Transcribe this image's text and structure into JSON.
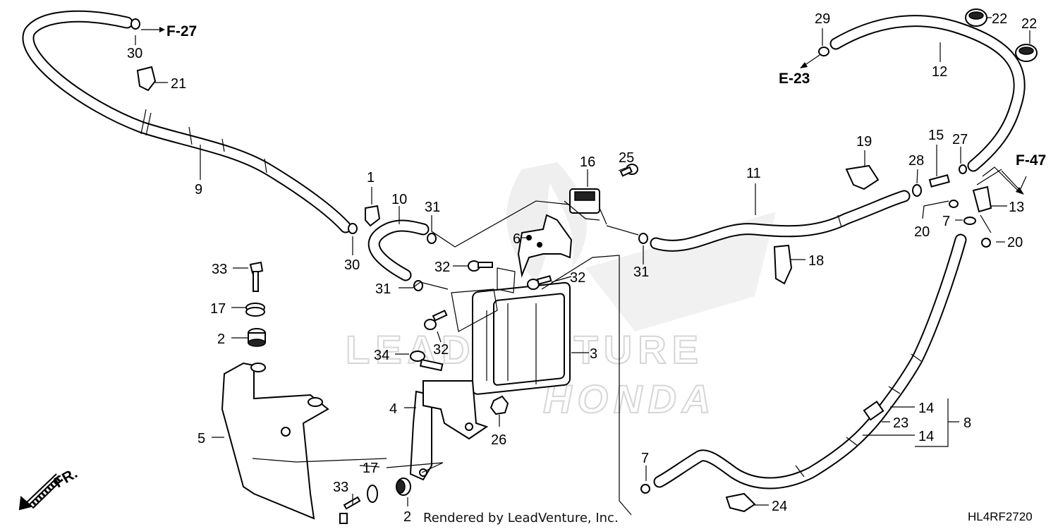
{
  "labels": {
    "p1": "1",
    "p2a": "2",
    "p2b": "2",
    "p3": "3",
    "p4": "4",
    "p5": "5",
    "p6": "6",
    "p7a": "7",
    "p7b": "7",
    "p8": "8",
    "p9": "9",
    "p10": "10",
    "p11": "11",
    "p12": "12",
    "p13": "13",
    "p14a": "14",
    "p14b": "14",
    "p15": "15",
    "p16": "16",
    "p17a": "17",
    "p17b": "17",
    "p18": "18",
    "p19": "19",
    "p20a": "20",
    "p20b": "20",
    "p21": "21",
    "p22a": "22",
    "p22b": "22",
    "p23": "23",
    "p24": "24",
    "p25": "25",
    "p26": "26",
    "p27": "27",
    "p28": "28",
    "p29": "29",
    "p30a": "30",
    "p30b": "30",
    "p31a": "31",
    "p31b": "31",
    "p31c": "31",
    "p32a": "32",
    "p32b": "32",
    "p32c": "32",
    "p33a": "33",
    "p33b": "33",
    "p34": "34"
  },
  "references": {
    "f27": "F-27",
    "e23": "E-23",
    "f47": "F-47"
  },
  "front_marker": "FR.",
  "footer": "Rendered by LeadVenture, Inc.",
  "diagram_code": "HL4RF2720",
  "watermark": {
    "top": "LEADVENTURE",
    "bottom": "HONDA"
  }
}
